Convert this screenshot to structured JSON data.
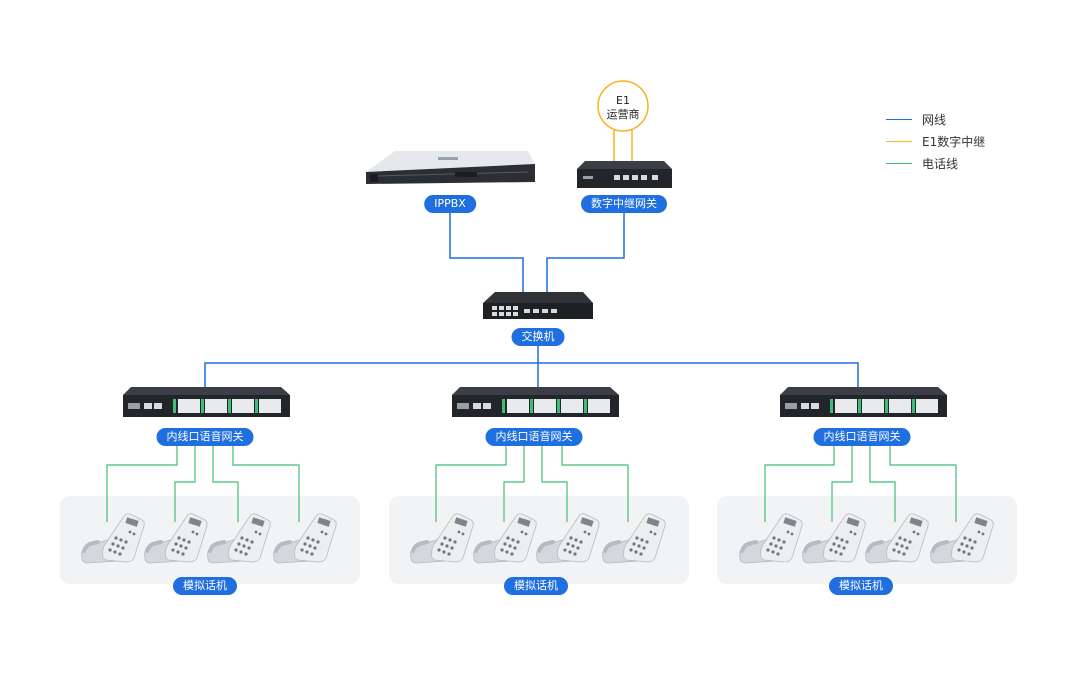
{
  "colors": {
    "network": "#1f6fe0",
    "e1_trunk": "#f5b320",
    "phone_line": "#3fbf74",
    "pill": "#1f6fe0",
    "zone": "#f2f3f5"
  },
  "legend": [
    {
      "label": "网线",
      "color": "#1f6fe0",
      "icon": "blue-line"
    },
    {
      "label": "E1数字中继",
      "color": "#f5b320",
      "icon": "orange-line"
    },
    {
      "label": "电话线",
      "color": "#3fbf74",
      "icon": "green-line"
    }
  ],
  "e1": {
    "line1": "E1",
    "line2": "运营商"
  },
  "labels": {
    "ippbx": "IPPBX",
    "digital_gateway": "数字中继网关",
    "switch": "交换机",
    "gateway_left": "内线口语音网关",
    "gateway_mid": "内线口语音网关",
    "gateway_right": "内线口语音网关",
    "phones_left": "模拟话机",
    "phones_mid": "模拟话机",
    "phones_right": "模拟话机"
  }
}
